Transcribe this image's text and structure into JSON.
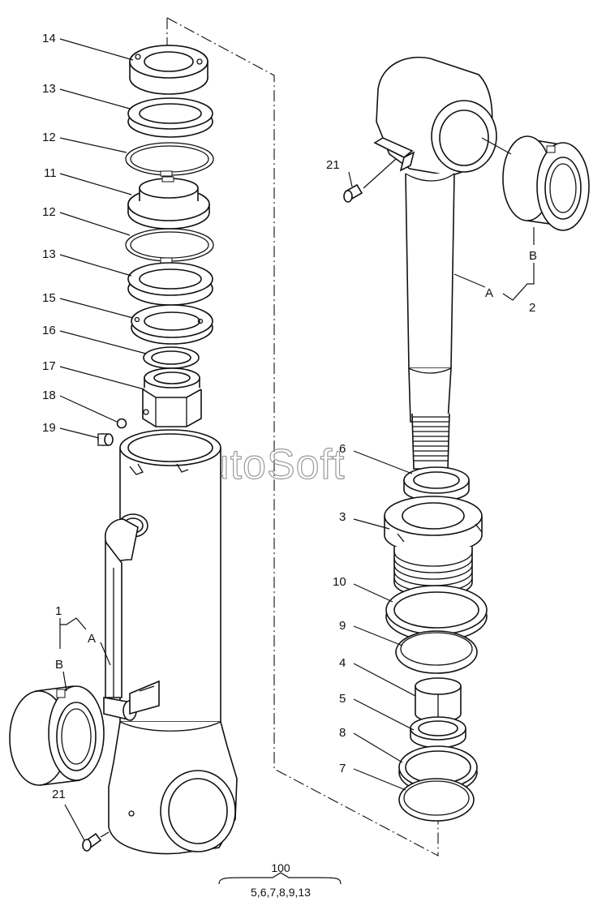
{
  "watermark": "AutoSoft",
  "callouts": {
    "c14": "14",
    "c13a": "13",
    "c12a": "12",
    "c11": "11",
    "c12b": "12",
    "c13b": "13",
    "c15": "15",
    "c16": "16",
    "c17": "17",
    "c18": "18",
    "c19": "19",
    "c1": "1",
    "cA_left": "A",
    "cB_left": "B",
    "c21_left": "21",
    "c21_right": "21",
    "cB_right": "B",
    "cA_right": "A",
    "c2": "2",
    "c6": "6",
    "c3": "3",
    "c10": "10",
    "c9": "9",
    "c4": "4",
    "c5": "5",
    "c8": "8",
    "c7": "7"
  },
  "kit": {
    "number": "100",
    "contents": "5,6,7,8,9,13"
  }
}
